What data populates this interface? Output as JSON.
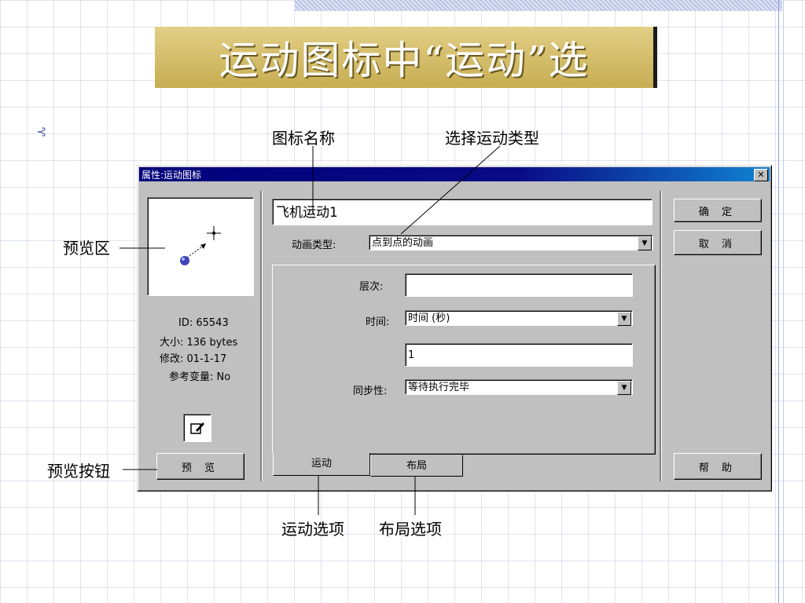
{
  "slide": {
    "title": "运动图标中“运动”选"
  },
  "callouts": {
    "icon_name": "图标名称",
    "motion_type": "选择运动类型",
    "preview_area": "预览区",
    "preview_button": "预览按钮",
    "motion_option": "运动选项",
    "layout_option": "布局选项"
  },
  "dialog": {
    "title": "属性:运动图标",
    "close_glyph": "✕",
    "icon_name_value": "飞机运动1",
    "anim_type_label": "动画类型:",
    "anim_type_value": "点到点的动画",
    "info": {
      "id": "ID: 65543",
      "size": "大小: 136 bytes",
      "modified": "修改: 01-1-17",
      "vars": "参考变量: No"
    },
    "buttons": {
      "ok": "确 定",
      "cancel": "取 消",
      "help": "帮 助",
      "preview": "预 览"
    },
    "fields": {
      "layer_label": "层次:",
      "layer_value": "",
      "time_label": "时间:",
      "time_value": "时间 (秒)",
      "time_amount": "1",
      "sync_label": "同步性:",
      "sync_value": "等待执行完毕"
    },
    "tabs": [
      "运动",
      "布局"
    ]
  },
  "colors": {
    "title_banner": "#c9b055",
    "dialog_bg": "#c0c0c0",
    "titlebar": "#00007b"
  },
  "icons": [
    "edit-icon",
    "close-icon",
    "dropdown-arrow-icon",
    "preview-ball-icon",
    "target-crosshair-icon"
  ]
}
